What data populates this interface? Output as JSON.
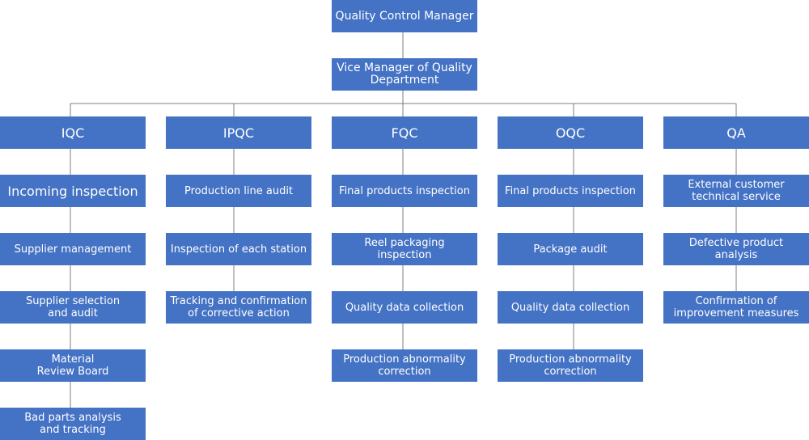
{
  "top": {
    "manager": "Quality Control Manager",
    "vice": "Vice Manager of Quality\nDepartment"
  },
  "columns": [
    {
      "header": "IQC",
      "items": [
        "Incoming inspection",
        "Supplier management",
        "Supplier selection\nand audit",
        "Material\nReview Board",
        "Bad parts analysis\nand tracking"
      ]
    },
    {
      "header": "IPQC",
      "items": [
        "Production line audit",
        "Inspection of each station",
        "Tracking and confirmation\nof corrective action"
      ]
    },
    {
      "header": "FQC",
      "items": [
        "Final products inspection",
        "Reel packaging\ninspection",
        "Quality data collection",
        "Production abnormality\ncorrection"
      ]
    },
    {
      "header": "OQC",
      "items": [
        "Final products inspection",
        "Package audit",
        "Quality data collection",
        "Production abnormality\ncorrection"
      ]
    },
    {
      "header": "QA",
      "items": [
        "External customer\ntechnical service",
        "Defective product\nanalysis",
        "Confirmation of\nimprovement measures"
      ]
    }
  ],
  "colors": {
    "box": "#4472c4",
    "text": "#ffffff",
    "connector": "#7f7f7f"
  }
}
